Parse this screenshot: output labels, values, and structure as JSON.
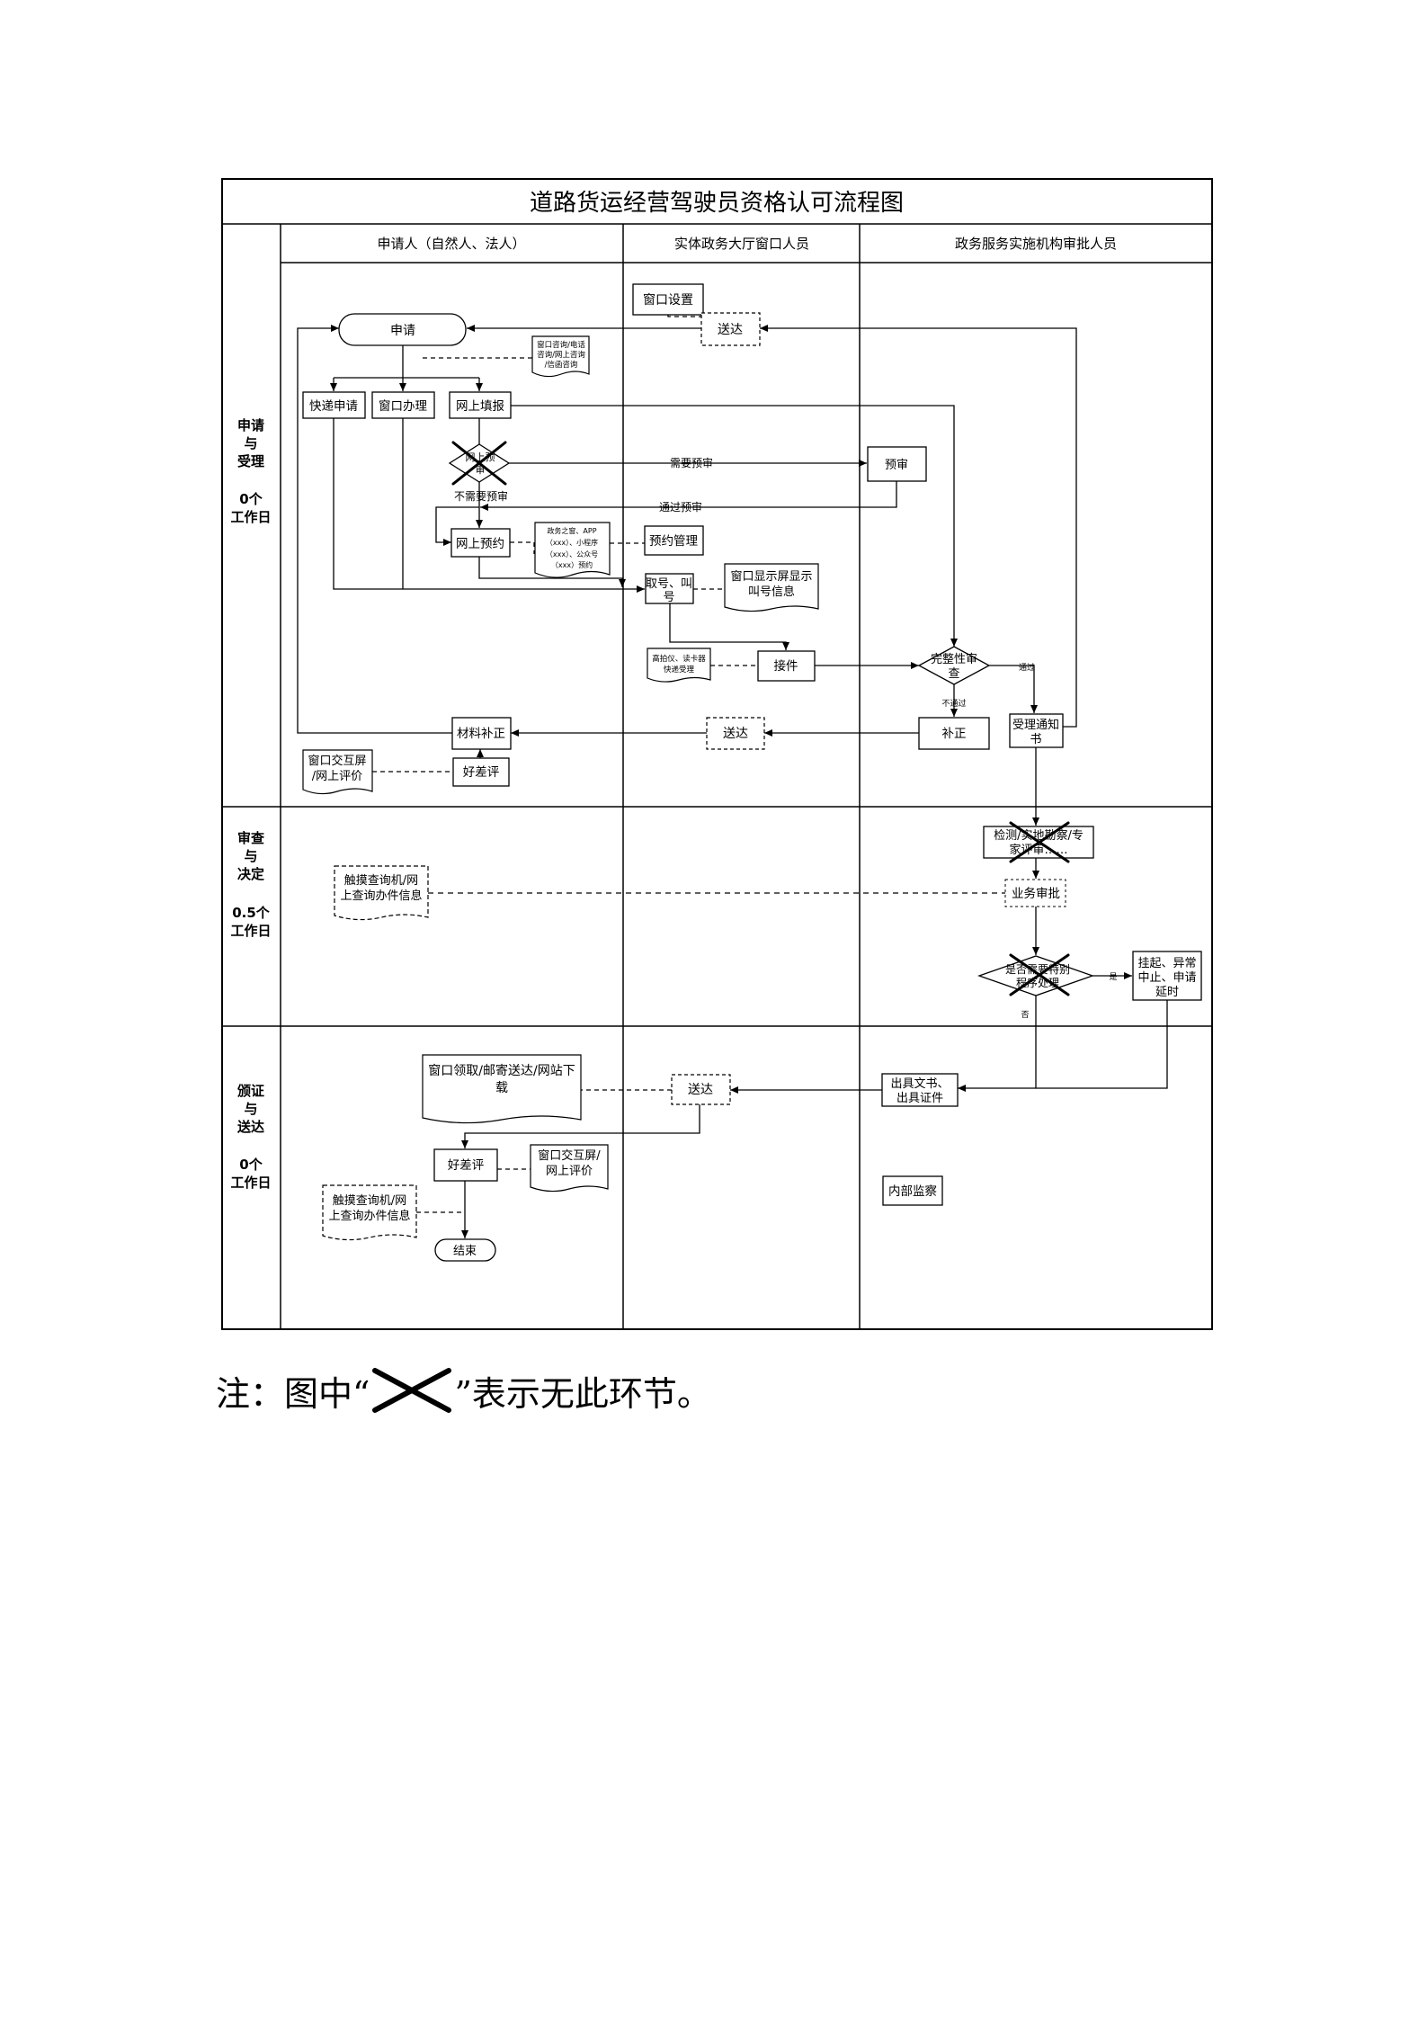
{
  "title": "道路货运经营驾驶员资格认可流程图",
  "columns": {
    "applicant": "申请人（自然人、法人）",
    "window": "实体政务大厅窗口人员",
    "approver": "政务服务实施机构审批人员"
  },
  "stages": {
    "s1": {
      "name": [
        "申请",
        "与",
        "受理"
      ],
      "days": [
        "0个",
        "工作日"
      ]
    },
    "s2": {
      "name": [
        "审查",
        "与",
        "决定"
      ],
      "days": [
        "0.5个",
        "工作日"
      ]
    },
    "s3": {
      "name": [
        "颁证",
        "与",
        "送达"
      ],
      "days": [
        "0个",
        "工作日"
      ]
    }
  },
  "nodes": {
    "window_setup": "窗口设置",
    "deliver1": "送达",
    "apply": "申请",
    "consult_doc": [
      "窗口咨询/电话",
      "咨询/网上咨询",
      "/信函咨询"
    ],
    "express_apply": "快递申请",
    "window_handle": "窗口办理",
    "online_fill": "网上填报",
    "online_precheck": [
      "网上预",
      "审"
    ],
    "pre_review": "预审",
    "online_booking": "网上预约",
    "booking_doc": [
      "政务之窗、APP",
      "（xxx）、小程序",
      "（xxx）、公众号",
      "（xxx）预约"
    ],
    "booking_mgmt": "预约管理",
    "take_number": [
      "取号、叫",
      "号"
    ],
    "screen_doc": [
      "窗口显示屏显示",
      "叫号信息"
    ],
    "scan_doc": [
      "高拍仪、读卡器",
      "快递受理"
    ],
    "receive": "接件",
    "completeness": [
      "完整性审",
      "查"
    ],
    "supplement": "补正",
    "accept_notice": [
      "受理通知",
      "书"
    ],
    "deliver2": "送达",
    "material_fix": "材料补正",
    "rating1": "好差评",
    "rating_doc1": [
      "窗口交互屏",
      "/网上评价"
    ],
    "inspection": [
      "检测/实地勘察/专",
      "家评审……"
    ],
    "business_review": "业务审批",
    "query_doc1": [
      "触摸查询机/网",
      "上查询办件信息"
    ],
    "special_proc": [
      "是否需要特别",
      "程序处理"
    ],
    "suspend": [
      "挂起、异常",
      "中止、申请",
      "延时"
    ],
    "issue_doc": [
      "出具文书、",
      "出具证件"
    ],
    "deliver3": "送达",
    "pickup_doc": [
      "窗口领取/邮寄送达/网站下",
      "载"
    ],
    "rating2": "好差评",
    "rating_doc2": [
      "窗口交互屏/",
      "网上评价"
    ],
    "query_doc2": [
      "触摸查询机/网",
      "上查询办件信息"
    ],
    "end": "结束",
    "internal": "内部监察"
  },
  "labels": {
    "need_pre": "需要预审",
    "no_need_pre": "不需要预审",
    "pass_pre": "通过预审",
    "pass": "通过",
    "fail": "不通过",
    "yes": "是",
    "no": "否"
  },
  "note": {
    "prefix": "注：图中“",
    "suffix": "”表示无此环节。"
  }
}
